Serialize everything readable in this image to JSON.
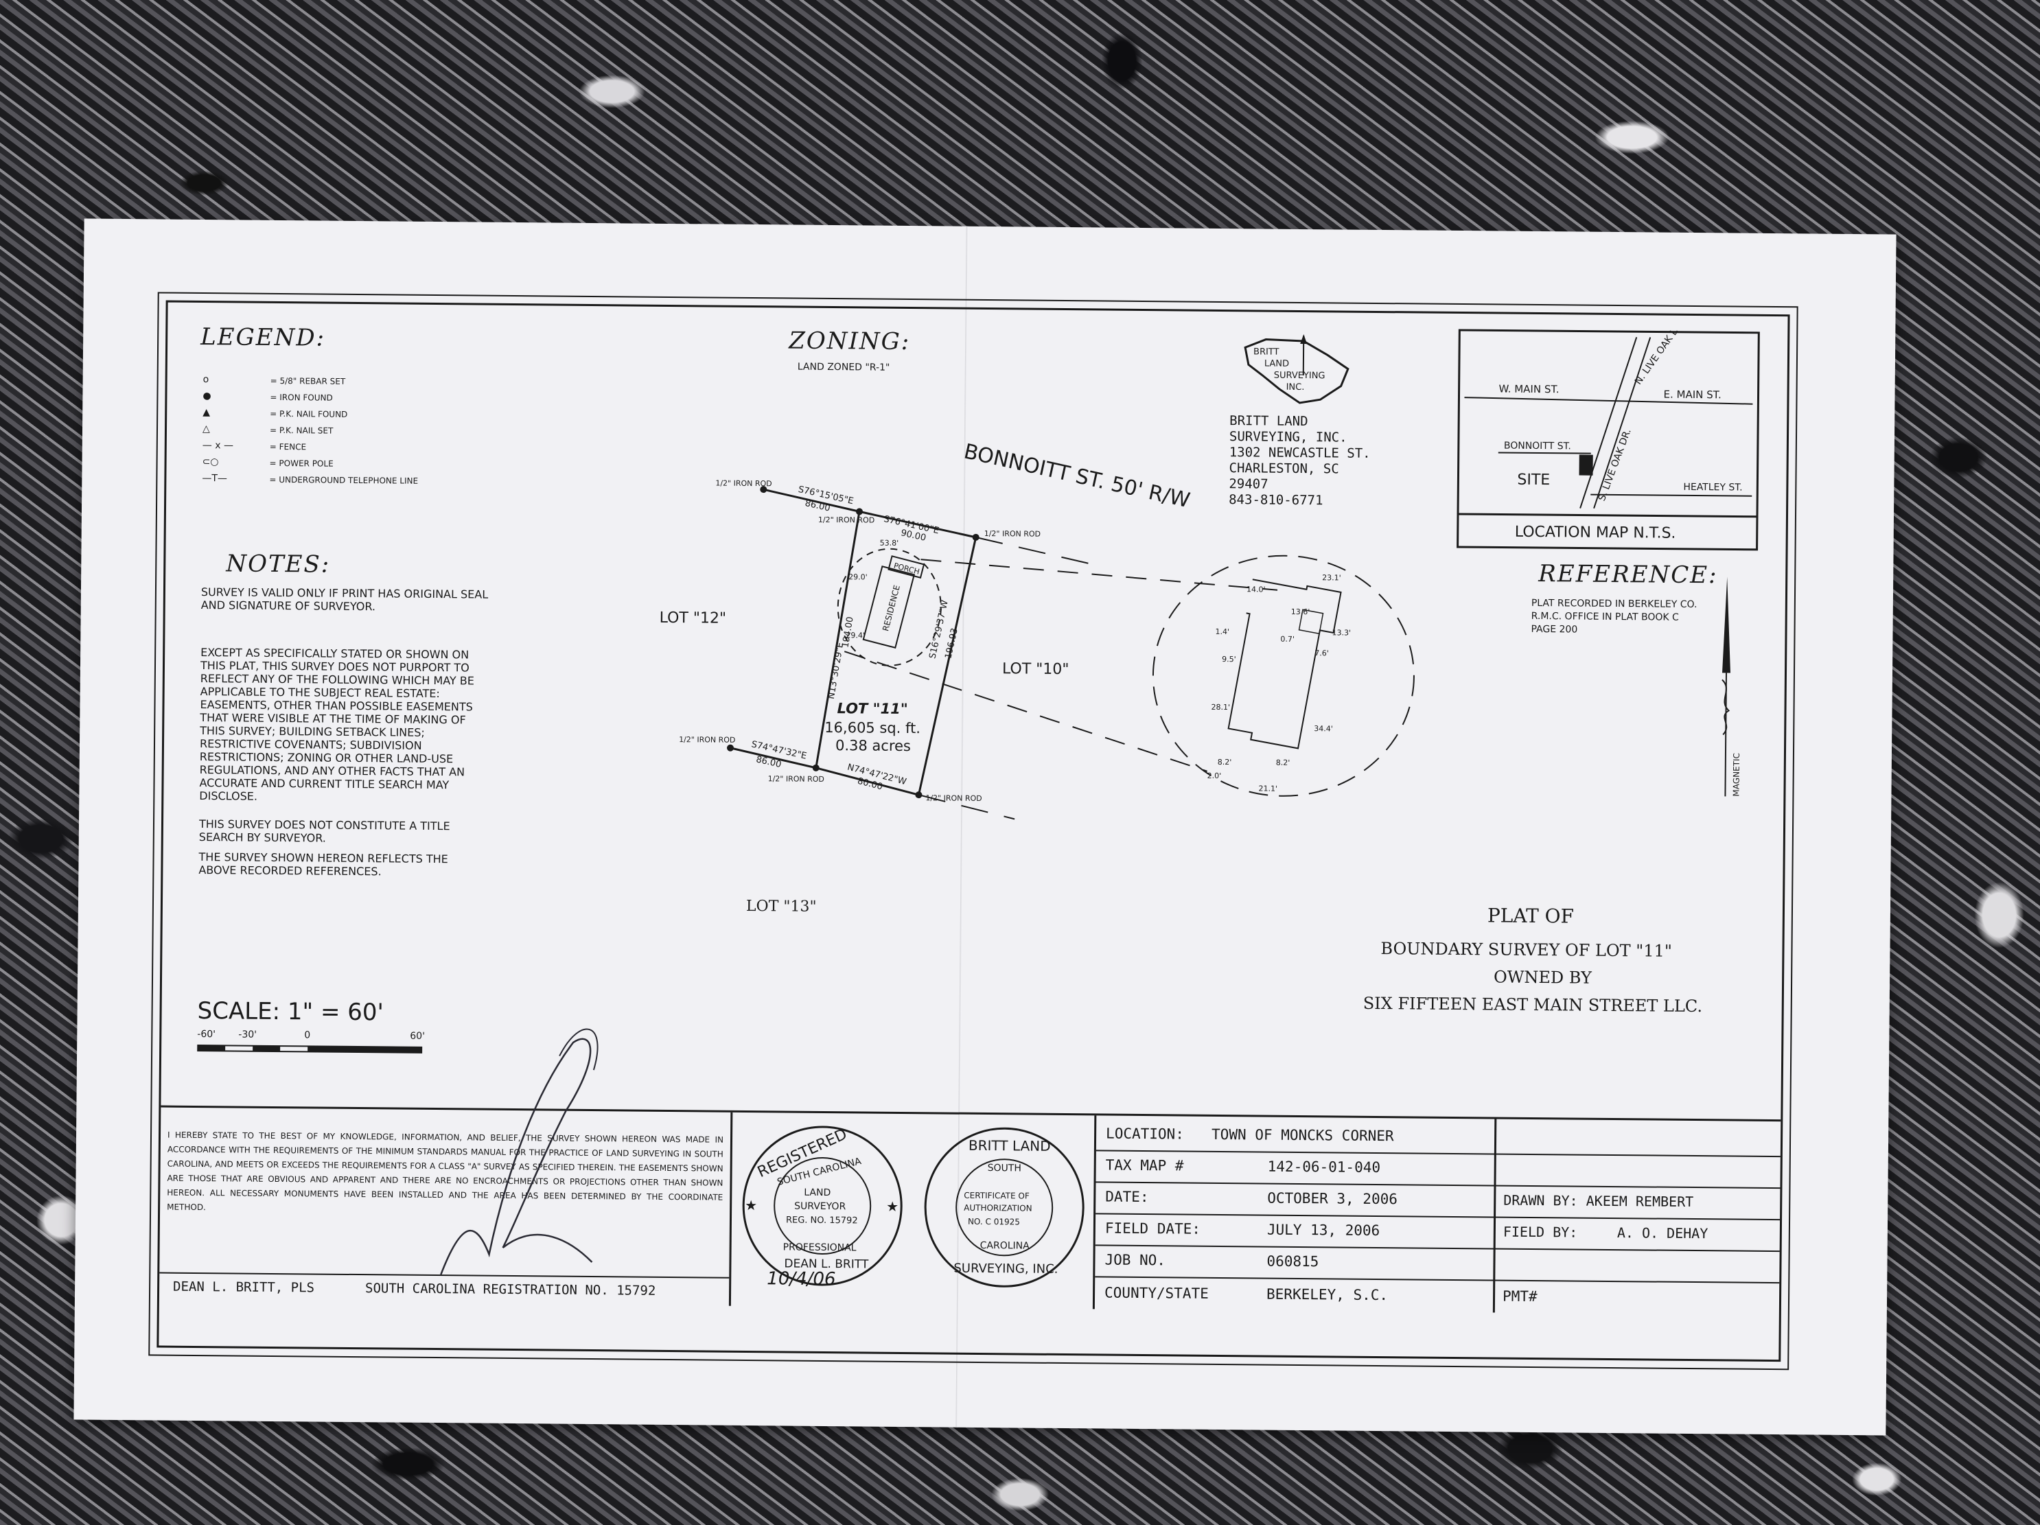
{
  "legend": {
    "title": "LEGEND:",
    "items": [
      {
        "symbol": "o",
        "label": "= 5/8\" REBAR SET"
      },
      {
        "symbol": "●",
        "label": "= IRON FOUND"
      },
      {
        "symbol": "▲",
        "label": "= P.K. NAIL FOUND"
      },
      {
        "symbol": "△",
        "label": "= P.K. NAIL SET"
      },
      {
        "symbol": "— x —",
        "label": "= FENCE"
      },
      {
        "symbol": "⊂○",
        "label": "= POWER POLE"
      },
      {
        "symbol": "—T—",
        "label": "= UNDERGROUND TELEPHONE LINE"
      }
    ]
  },
  "zoning": {
    "title": "ZONING:",
    "text": "LAND ZONED \"R-1\""
  },
  "company": {
    "logo_lines": [
      "BRITT",
      "LAND",
      "SURVEYING",
      "INC."
    ],
    "name": "BRITT LAND",
    "lines": [
      "SURVEYING, INC.",
      "1302 NEWCASTLE ST.",
      "CHARLESTON, SC",
      "29407",
      "843-810-6771"
    ]
  },
  "location_map": {
    "caption": "LOCATION MAP N.T.S.",
    "streets": [
      "W. MAIN ST.",
      "E. MAIN ST.",
      "N. LIVE OAK DR.",
      "BONNOITT ST.",
      "S. LIVE OAK DR.",
      "HEATLEY ST."
    ],
    "site": "SITE"
  },
  "reference": {
    "title": "REFERENCE:",
    "lines": [
      "PLAT RECORDED IN BERKELEY CO.",
      "R.M.C. OFFICE IN PLAT BOOK C",
      "PAGE 200"
    ]
  },
  "notes": {
    "title": "NOTES:",
    "paragraphs": [
      "SURVEY IS VALID ONLY IF PRINT HAS ORIGINAL SEAL AND SIGNATURE OF SURVEYOR.",
      "EXCEPT AS SPECIFICALLY STATED OR SHOWN ON THIS PLAT, THIS SURVEY DOES NOT PURPORT TO REFLECT ANY OF THE FOLLOWING WHICH MAY BE APPLICABLE TO THE SUBJECT REAL ESTATE: EASEMENTS, OTHER THAN POSSIBLE EASEMENTS THAT WERE VISIBLE AT THE TIME OF MAKING OF THIS SURVEY; BUILDING SETBACK LINES; RESTRICTIVE COVENANTS; SUBDIVISION RESTRICTIONS; ZONING OR OTHER LAND-USE REGULATIONS, AND ANY OTHER FACTS THAT AN ACCURATE AND CURRENT TITLE SEARCH MAY DISCLOSE.",
      "THIS SURVEY DOES NOT CONSTITUTE A TITLE SEARCH BY SURVEYOR.",
      "THE SURVEY SHOWN HEREON REFLECTS THE ABOVE RECORDED REFERENCES."
    ]
  },
  "street_label": "BONNOITT ST. 50' R/W",
  "lots": {
    "lot12": "LOT \"12\"",
    "lot10": "LOT \"10\"",
    "lot13": "LOT \"13\"",
    "lot11_name": "LOT \"11\"",
    "lot11_area_sqft": "16,605 sq. ft.",
    "lot11_area_acres": "0.38 acres"
  },
  "survey_labels": {
    "iron_rod": "1/2\" IRON ROD",
    "bearing_top_left": "S76°15'05\"E",
    "dist_top_left": "86.00",
    "bearing_top": "S76°41'00\"E",
    "dist_top": "90.00",
    "bearing_left": "N13°30'29\"E",
    "dist_left": "194.00",
    "bearing_right": "S16°29'37\"W",
    "dist_right": "196.93",
    "bearing_bottom_left": "S74°47'32\"E",
    "dist_bottom_left": "86.00",
    "bearing_bottom": "N74°47'22\"W",
    "dist_bottom": "80.00",
    "setback_front": "53.8'",
    "setback_a": "29.0'",
    "setback_b": "29.4'",
    "porch": "PORCH",
    "residence": "RESIDENCE"
  },
  "detail_dims": [
    "14.0'",
    "23.1'",
    "1.4'",
    "13.6'",
    "9.5'",
    "0.7'",
    "13.3'",
    "7.6'",
    "28.1'",
    "34.4'",
    "8.2'",
    "8.2'",
    "2.0'",
    "21.1'"
  ],
  "north_arrow_label": "MAGNETIC",
  "plat_title": {
    "line1": "PLAT OF",
    "line2": "BOUNDARY SURVEY OF LOT \"11\"",
    "line3": "OWNED BY",
    "line4": "SIX FIFTEEN EAST MAIN STREET LLC."
  },
  "scale": {
    "label": "SCALE: 1\" = 60'",
    "ticks": [
      "-60'",
      "-30'",
      "0",
      "60'"
    ]
  },
  "certification": {
    "text": "I HEREBY STATE TO THE BEST OF MY KNOWLEDGE, INFORMATION, AND BELIEF, THE SURVEY SHOWN HEREON WAS MADE IN ACCORDANCE WITH THE REQUIREMENTS OF THE MINIMUM STANDARDS MANUAL FOR THE PRACTICE OF LAND SURVEYING IN SOUTH CAROLINA, AND MEETS OR EXCEEDS THE REQUIREMENTS FOR A CLASS \"A\" SURVEY AS SPECIFIED THEREIN. THE EASEMENTS SHOWN ARE THOSE THAT ARE OBVIOUS AND APPARENT AND THERE ARE NO ENCROACHMENTS OR PROJECTIONS OTHER THAN SHOWN HEREON. ALL NECESSARY MONUMENTS HAVE BEEN INSTALLED AND THE AREA HAS BEEN DETERMINED BY THE COORDINATE METHOD.",
    "surveyor": "DEAN L. BRITT, PLS",
    "registration": "SOUTH CAROLINA REGISTRATION NO. 15792"
  },
  "seal_surveyor": {
    "top": "REGISTERED",
    "ring": "SOUTH CAROLINA",
    "center": [
      "LAND",
      "SURVEYOR",
      "REG. NO. 15792"
    ],
    "bottom": "PROFESSIONAL",
    "name": "DEAN L. BRITT",
    "date": "10/4/06"
  },
  "seal_company": {
    "top": "BRITT LAND",
    "ring": "SOUTH",
    "center": [
      "CERTIFICATE OF",
      "AUTHORIZATION",
      "NO. C 01925"
    ],
    "bottom_ring": "CAROLINA",
    "bottom": "SURVEYING, INC."
  },
  "info_table": {
    "location_label": "LOCATION:",
    "location_value": "TOWN OF MONCKS CORNER",
    "taxmap_label": "TAX MAP #",
    "taxmap_value": "142-06-01-040",
    "date_label": "DATE:",
    "date_value": "OCTOBER 3, 2006",
    "drawn_by": "DRAWN BY: AKEEM REMBERT",
    "fielddate_label": "FIELD DATE:",
    "fielddate_value": "JULY 13, 2006",
    "field_by_label": "FIELD BY:",
    "field_by_value": "A. O. DEHAY",
    "job_label": "JOB NO.",
    "job_value": "060815",
    "county_label": "COUNTY/STATE",
    "county_value": "BERKELEY, S.C.",
    "pmt_label": "PMT#"
  }
}
